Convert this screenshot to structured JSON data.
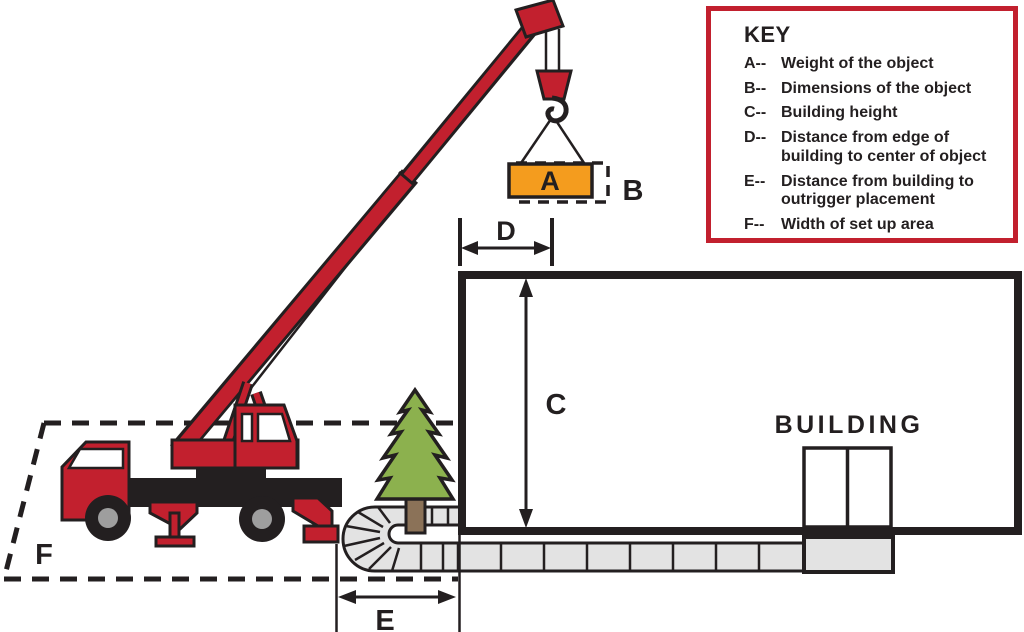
{
  "colors": {
    "red": "#c2202e",
    "orange": "#f49c1e",
    "green": "#8cb14e",
    "brown": "#8b7258",
    "walk": "#e3e3e3",
    "hub": "#9e9e9e",
    "ink": "#231f20"
  },
  "key_panel": {
    "title": "KEY",
    "entries": [
      {
        "prefix": "A--",
        "text": "Weight of the object"
      },
      {
        "prefix": "B--",
        "text": "Dimensions of the object"
      },
      {
        "prefix": "C--",
        "text": "Building height"
      },
      {
        "prefix": "D--",
        "text": "Distance from edge of building to center of object"
      },
      {
        "prefix": "E--",
        "text": "Distance from building to outrigger placement"
      },
      {
        "prefix": "F--",
        "text": "Width of set up area"
      }
    ]
  },
  "diagram_labels": {
    "object_weight": "A",
    "object_dimensions": "B",
    "building_height": "C",
    "edge_to_center": "D",
    "building_to_outrigger": "E",
    "setup_width": "F",
    "building_name": "BUILDING"
  }
}
